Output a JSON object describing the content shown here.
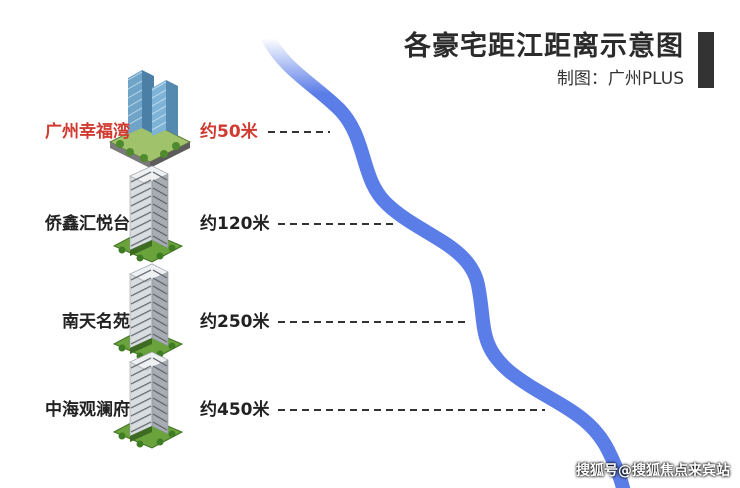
{
  "title": "各豪宅距江距离示意图",
  "subtitle": "制图：广州PLUS",
  "watermark": "搜狐号@搜狐焦点来宾站",
  "colors": {
    "river": "#5b7de8",
    "highlight": "#d03a30",
    "text": "#222222",
    "dash": "#333333"
  },
  "rows": [
    {
      "name": "广州幸福湾",
      "distance": "约50米",
      "highlight": true,
      "building_icon": "green-glass-tower-icon"
    },
    {
      "name": "侨鑫汇悦台",
      "distance": "约120米",
      "highlight": false,
      "building_icon": "office-tower-icon"
    },
    {
      "name": "南天名苑",
      "distance": "约250米",
      "highlight": false,
      "building_icon": "office-tower-icon"
    },
    {
      "name": "中海观澜府",
      "distance": "约450米",
      "highlight": false,
      "building_icon": "office-tower-icon"
    }
  ]
}
